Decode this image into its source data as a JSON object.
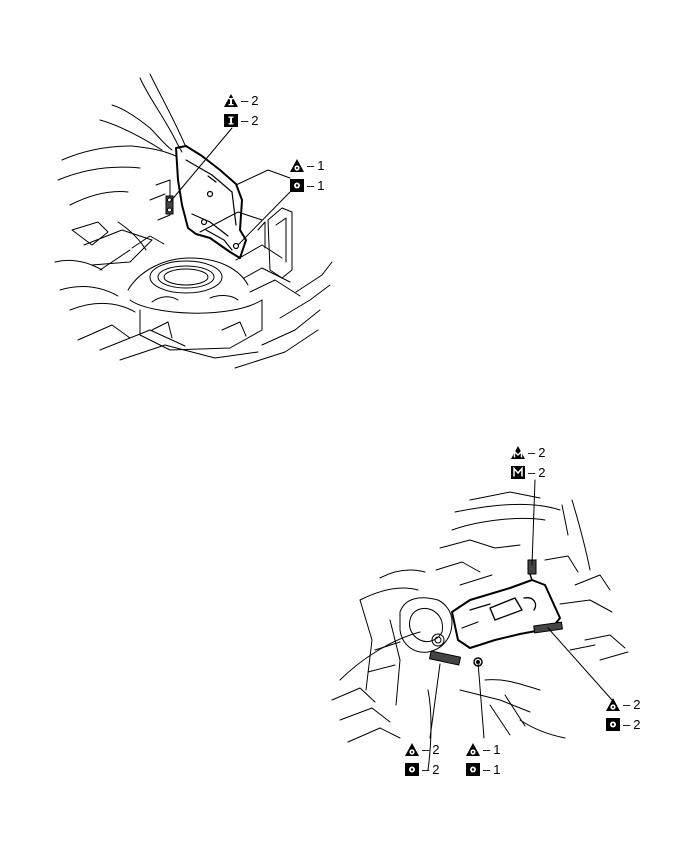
{
  "callouts": {
    "top_tri": {
      "symbol": "triangle-I-icon",
      "value": "2"
    },
    "top_sq": {
      "symbol": "square-I-icon",
      "value": "2"
    },
    "top_tri2": {
      "symbol": "triangle-circle-icon",
      "value": "1"
    },
    "top_sq2": {
      "symbol": "square-circle-icon",
      "value": "1"
    },
    "bot_tri_m": {
      "symbol": "triangle-M-icon",
      "value": "2"
    },
    "bot_sq_m": {
      "symbol": "square-M-icon",
      "value": "2"
    },
    "bot_r_tri": {
      "symbol": "triangle-circle-icon",
      "value": "2"
    },
    "bot_r_sq": {
      "symbol": "square-circle-icon",
      "value": "2"
    },
    "bot_l_tri": {
      "symbol": "triangle-circle-icon",
      "value": "2"
    },
    "bot_l_sq": {
      "symbol": "square-circle-icon",
      "value": "2"
    },
    "bot_c_tri": {
      "symbol": "triangle-circle-icon",
      "value": "1"
    },
    "bot_c_sq": {
      "symbol": "square-circle-icon",
      "value": "1"
    }
  },
  "dash": "–"
}
